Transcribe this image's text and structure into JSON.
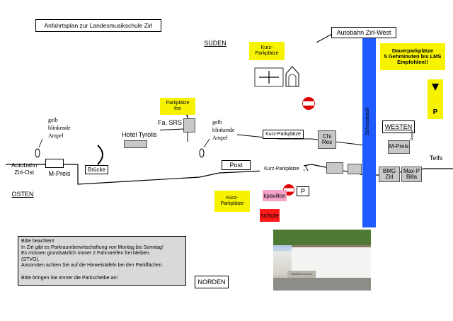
{
  "title": "Anfahrtsplan zur Landesmusikschule Zirl",
  "directions": {
    "south": "SÜDEN",
    "north": "NORDEN",
    "west": "WESTEN",
    "east": "OSTEN"
  },
  "roads": {
    "motorway_west": "Autobahn Zirl-West",
    "motorway_east_line1": "Autobahn",
    "motorway_east_line2": "Zirl-Ost",
    "schlossbach": "Schlossbach"
  },
  "labels": {
    "m_preis_left": "M-Preis",
    "bruecke": "Brücke",
    "hotel_tyrolis": "Hotel Tyrolis",
    "fa_srs": "Fa. SRS",
    "post": "Post",
    "kurz_parkplatze_1": "Kurz-Parkplätze",
    "kurz_parkplatze_2": "Kurz-Parkplätze",
    "m_preis_right": "M-Preis",
    "bmg_zirl": "BMG Zirl",
    "max_p_line1": "Max-P",
    "max_p_line2": "Billa",
    "telfs": "Telfs",
    "chi_line1": "Chi",
    "chi_line2": "Res",
    "pavillon": "kpavillon",
    "schule": "schule",
    "p_small": "P",
    "p_big": "P",
    "rimini": "Rimini"
  },
  "ampel_left": [
    "gelb",
    "blinkende",
    "Ampel"
  ],
  "ampel_right": [
    "gelb",
    "blinkende",
    "Ampel"
  ],
  "yellow": {
    "kurz_top_1": "Kurz-",
    "kurz_top_2": "Parkplätze",
    "frei_1": "Parkplätze",
    "frei_2": "frei",
    "kurz_mid_1": "Kurz-",
    "kurz_mid_2": "Parkplätze",
    "dauer_1": "Dauerparkplätze",
    "dauer_2": "5 Gehminuten bis LMS",
    "dauer_3": "Empfohlen!!"
  },
  "photo_sign": "MUSIKSCHULE",
  "notice": [
    "Bitte beachten!",
    "In Zirl gibt es Parkraumbewirtschaftung von Montag bis Sonntag!",
    "Es müssen grundsätzlich immer 2 Fahrstreifen frei bleiben.",
    "(STVO).",
    "Ansonsten achten Sie auf die Hinweistafeln bei den Parkflächen.",
    "",
    "Bitte bringen Sie immer die Parkscheibe an!"
  ],
  "colors": {
    "schlossbach": "#1f5bff",
    "parking": "#f7f300",
    "school": "#ff1a1a",
    "notice": "#d9d9d9",
    "building": "#c8c8c8"
  }
}
